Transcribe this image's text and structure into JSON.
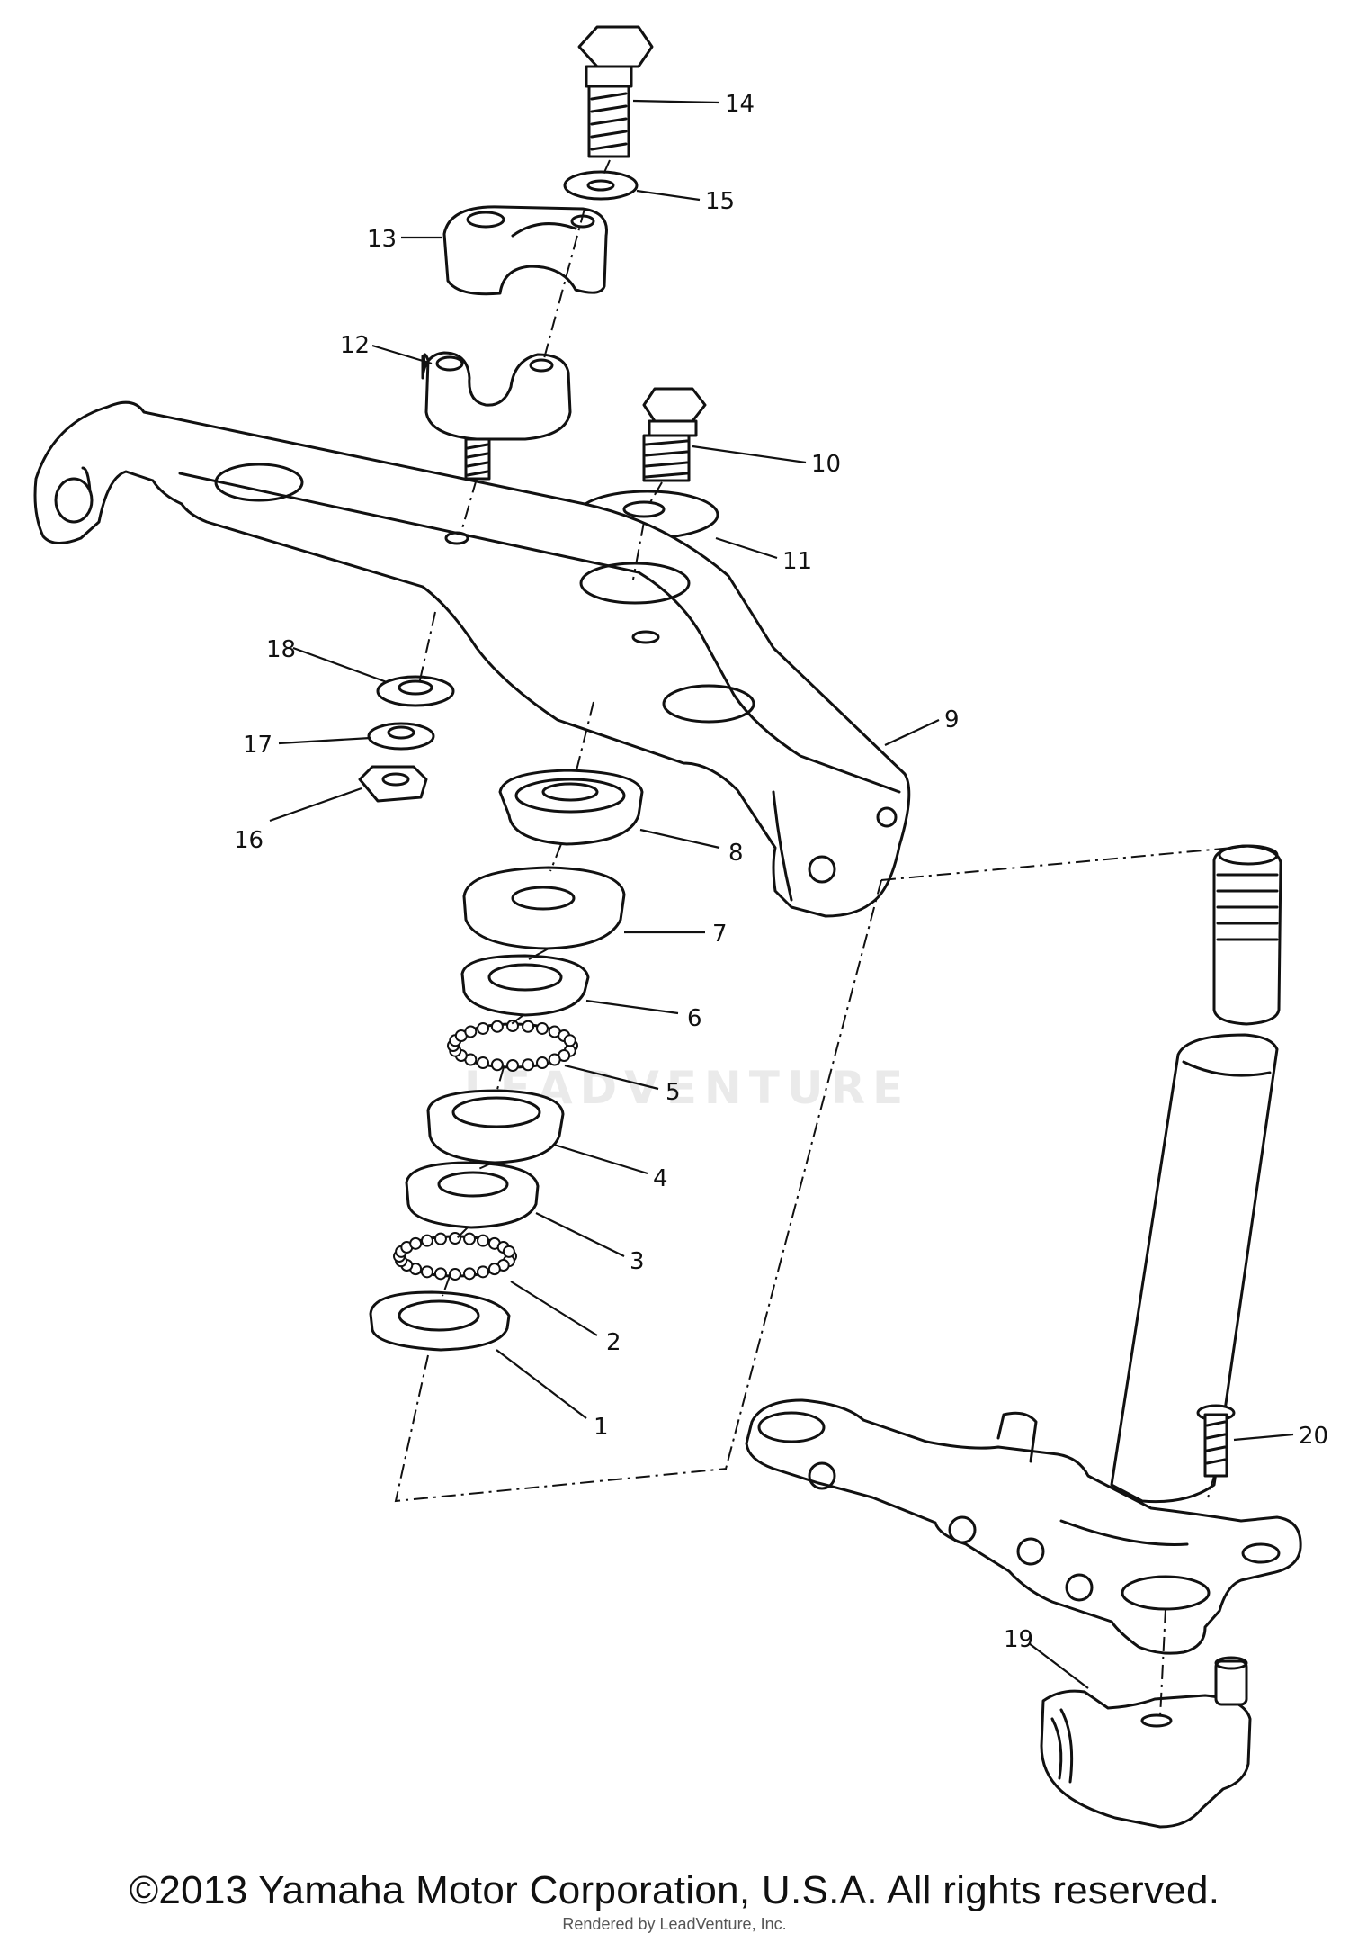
{
  "callouts": {
    "c1": "1",
    "c2": "2",
    "c3": "3",
    "c4": "4",
    "c5": "5",
    "c6": "6",
    "c7": "7",
    "c8": "8",
    "c9": "9",
    "c10": "10",
    "c11": "11",
    "c12": "12",
    "c13": "13",
    "c14": "14",
    "c15": "15",
    "c16": "16",
    "c17": "17",
    "c18": "18",
    "c19": "19",
    "c20": "20"
  },
  "watermark": "LEADVENTURE",
  "copyright": "©2013 Yamaha Motor Corporation, U.S.A. All rights reserved.",
  "renderer_note": "Rendered by LeadVenture, Inc.",
  "colors": {
    "ink": "#111111",
    "paper": "#ffffff"
  }
}
